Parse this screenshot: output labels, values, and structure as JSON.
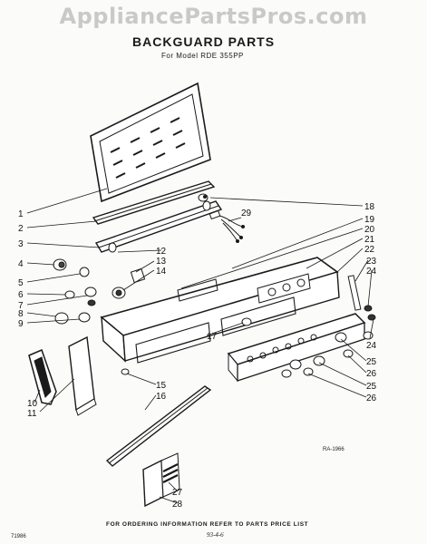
{
  "watermark": "AppliancePartsPros.com",
  "title": "BACKGUARD PARTS",
  "subtitle": "For Model RDE 355PP",
  "callouts": [
    "1",
    "2",
    "3",
    "4",
    "5",
    "6",
    "7",
    "8",
    "9",
    "10",
    "11",
    "12",
    "13",
    "14",
    "15",
    "16",
    "17",
    "18",
    "19",
    "20",
    "21",
    "22",
    "23",
    "24",
    "24",
    "25",
    "26",
    "25",
    "26",
    "27",
    "28",
    "29"
  ],
  "diagram_ref": "RA-1966",
  "footer_note": "FOR ORDERING INFORMATION REFER TO PARTS PRICE LIST",
  "doc_code": "71986",
  "page_mark": "93-4-6"
}
